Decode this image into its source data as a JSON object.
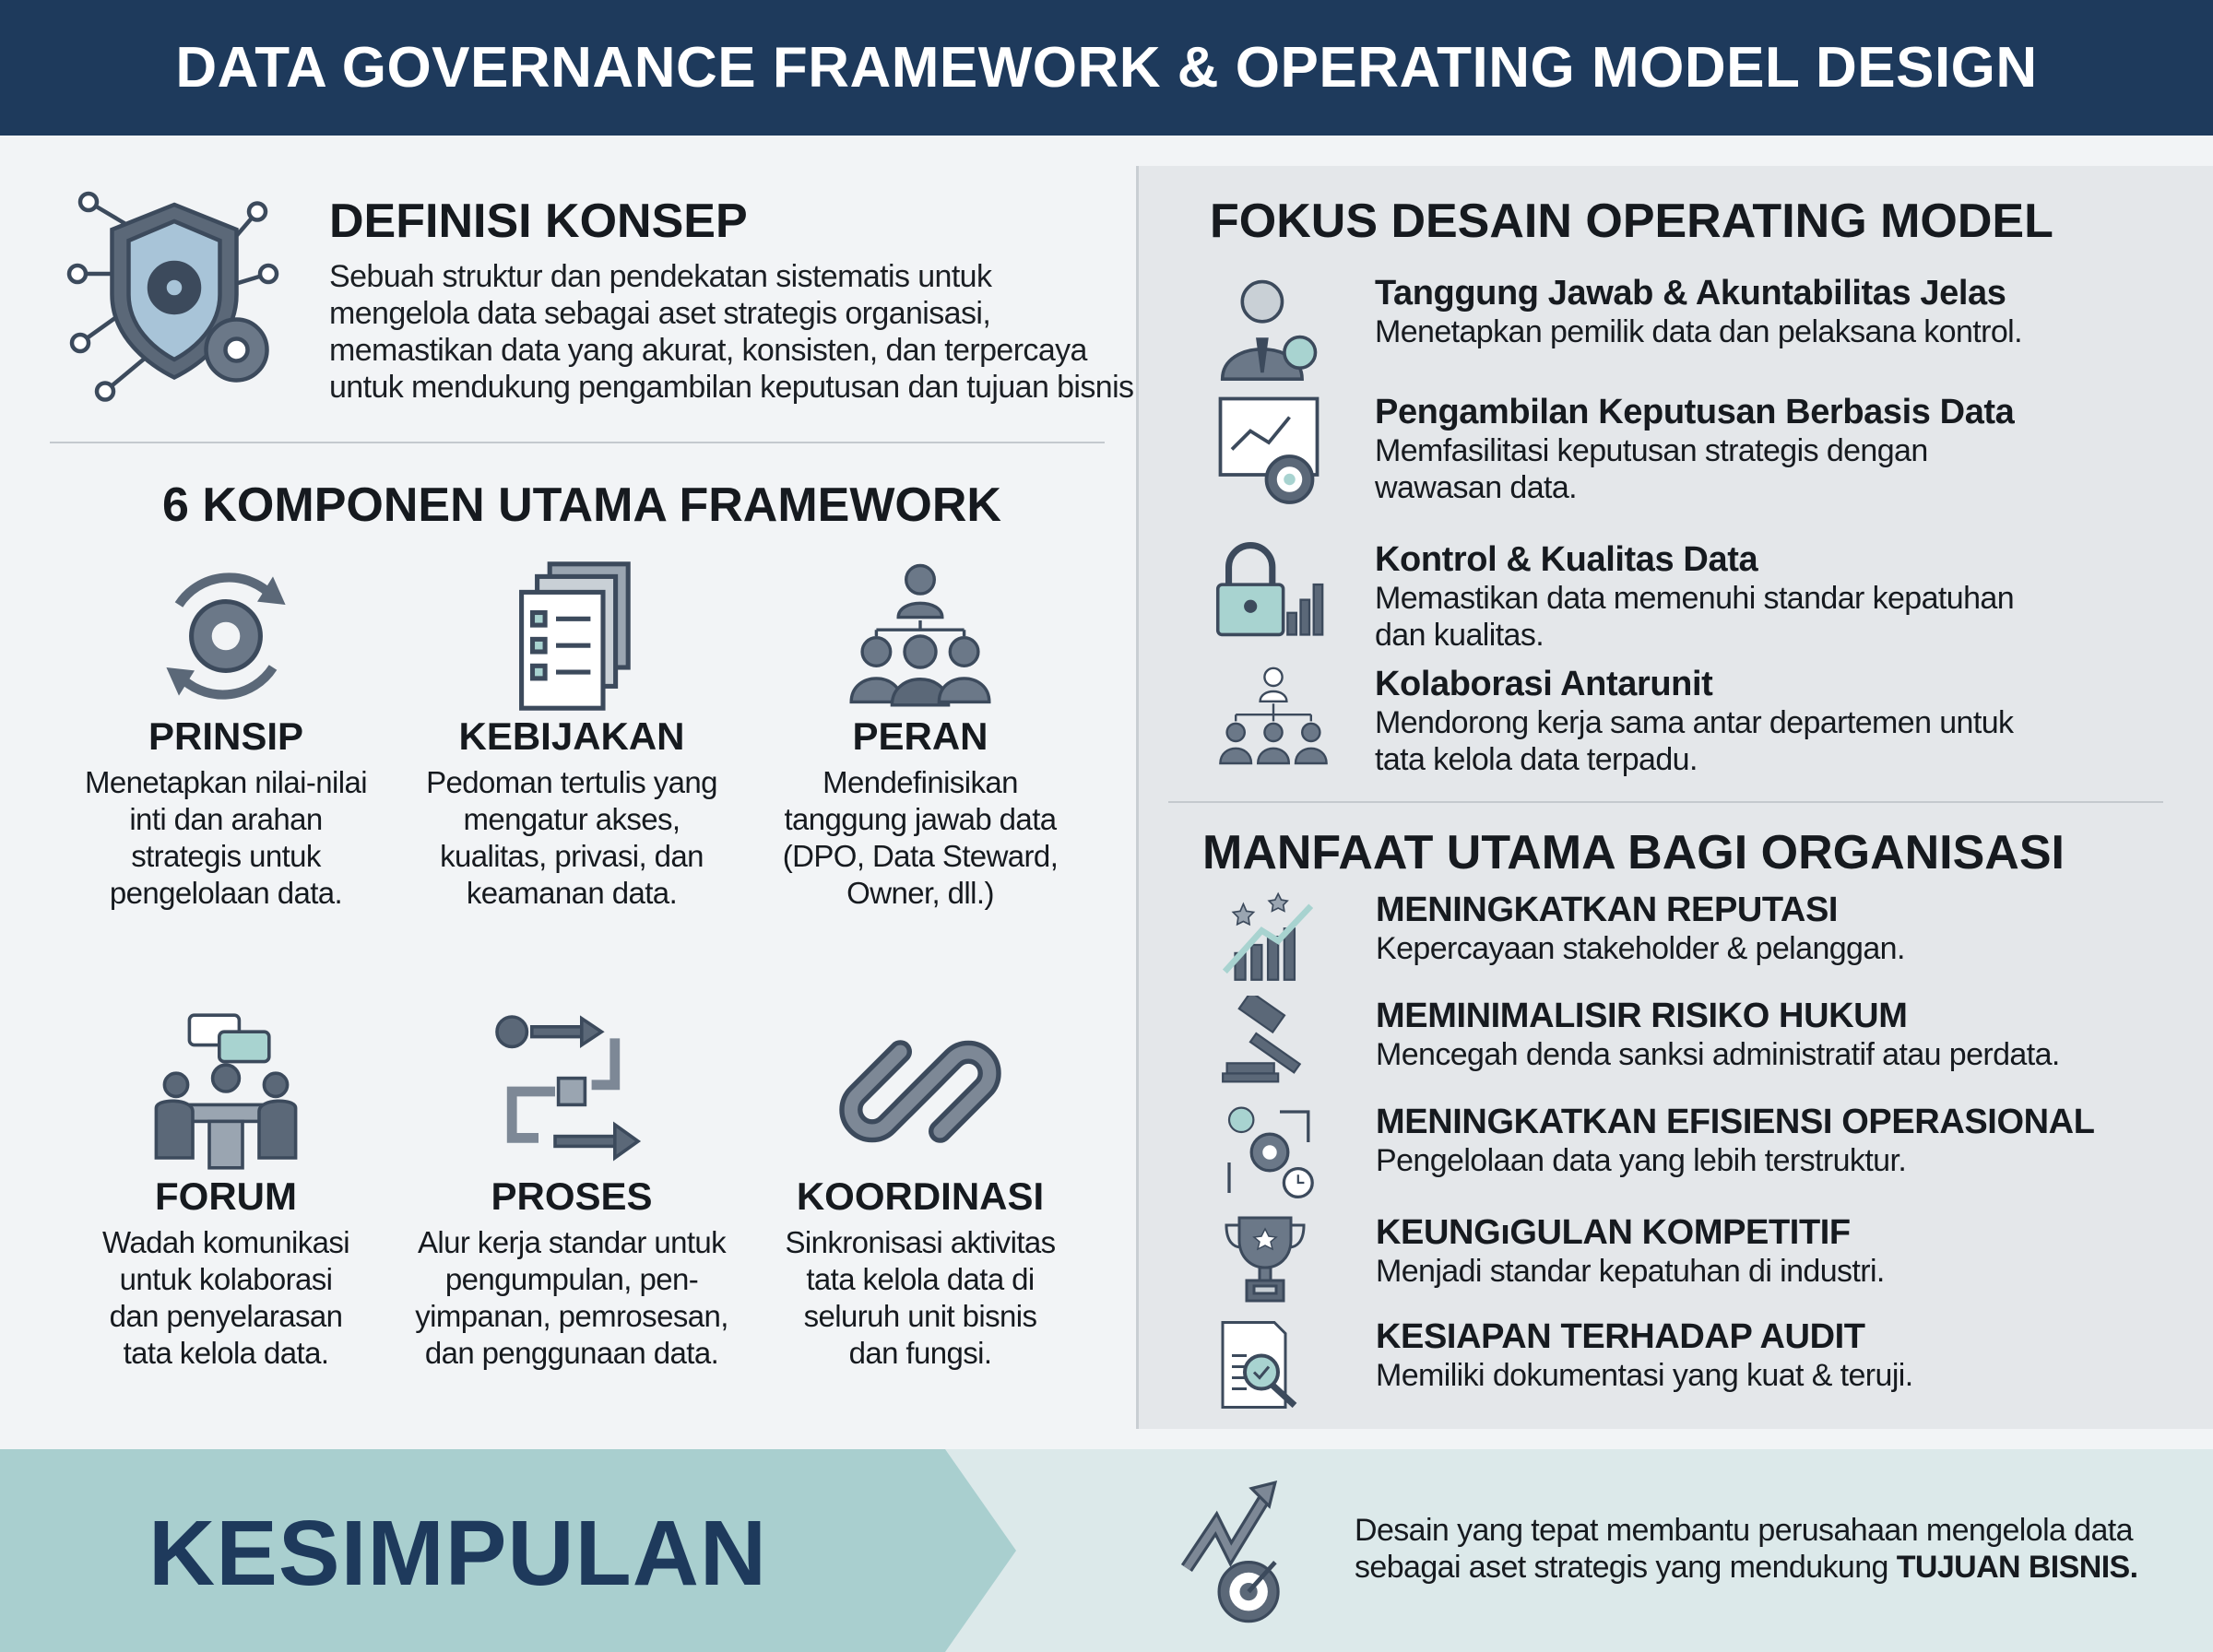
{
  "header": {
    "title": "DATA GOVERNANCE FRAMEWORK & OPERATING MODEL DESIGN"
  },
  "definisi": {
    "title": "DEFINISI KONSEP",
    "lines": [
      "Sebuah struktur dan pendekatan sistematis untuk",
      "mengelola data sebagai aset strategis organisasi,",
      "memastikan data yang akurat, konsisten, dan terpercaya",
      "untuk mendukung pengambilan keputusan dan tujuan bisnis."
    ],
    "icon": "shield-gear-network-icon"
  },
  "komponen": {
    "title": "6 KOMPONEN UTAMA FRAMEWORK",
    "items": [
      {
        "label": "PRINSIP",
        "lines": [
          "Menetapkan nilai-nilai",
          "inti dan arahan",
          "strategis untuk",
          "pengelolaan data."
        ],
        "icon": "gear-cycle-icon"
      },
      {
        "label": "KEBIJAKAN",
        "lines": [
          "Pedoman tertulis yang",
          "mengatur akses,",
          "kualitas, privasi, dan",
          "keamanan data."
        ],
        "icon": "policy-document-icon"
      },
      {
        "label": "PERAN",
        "lines": [
          "Mendefinisikan",
          "tanggung jawab data",
          "(DPO, Data Steward,",
          "Owner, dll.)"
        ],
        "icon": "org-people-icon"
      },
      {
        "label": "FORUM",
        "lines": [
          "Wadah komunikasi",
          "untuk kolaborasi",
          "dan penyelarasan",
          "tata kelola data."
        ],
        "icon": "meeting-icon"
      },
      {
        "label": "PROSES",
        "lines": [
          "Alur kerja standar untuk",
          "pengumpulan, pen-",
          "yimpanan, pemrosesan,",
          "dan penggunaan data."
        ],
        "icon": "process-flow-icon"
      },
      {
        "label": "KOORDINASI",
        "lines": [
          "Sinkronisasi aktivitas",
          "tata kelola data di",
          "seluruh unit bisnis",
          "dan fungsi."
        ],
        "icon": "chain-link-icon"
      }
    ]
  },
  "fokus": {
    "title": "FOKUS DESAIN OPERATING MODEL",
    "items": [
      {
        "title": "Tanggung Jawab & Akuntabilitas Jelas",
        "lines": [
          "Menetapkan pemilik data dan pelaksana kontrol."
        ],
        "icon": "person-badge-icon"
      },
      {
        "title": "Pengambilan Keputusan Berbasis Data",
        "lines": [
          "Memfasilitasi keputusan strategis dengan",
          "wawasan data."
        ],
        "icon": "chart-target-icon"
      },
      {
        "title": "Kontrol & Kualitas Data",
        "lines": [
          "Memastikan data memenuhi standar kepatuhan",
          "dan kualitas."
        ],
        "icon": "lock-bars-icon"
      },
      {
        "title": "Kolaborasi Antarunit",
        "lines": [
          "Mendorong kerja sama antar departemen untuk",
          "tata kelola data terpadu."
        ],
        "icon": "team-hierarchy-icon"
      }
    ]
  },
  "manfaat": {
    "title": "MANFAAT UTAMA BAGI ORGANISASI",
    "items": [
      {
        "title": "MENINGKATKAN REPUTASI",
        "desc": "Kepercayaan stakeholder & pelanggan.",
        "icon": "stars-growth-icon"
      },
      {
        "title": "MEMINIMALISIR RISIKO HUKUM",
        "desc": "Mencegah denda sanksi administratif atau perdata.",
        "icon": "gavel-icon"
      },
      {
        "title": "MENINGKATKAN EFISIENSI OPERASIONAL",
        "desc": "Pengelolaan data yang lebih terstruktur.",
        "icon": "gear-clock-icon"
      },
      {
        "title": "KEUNGıGULAN KOMPETITIF",
        "desc": "Menjadi standar kepatuhan di industri.",
        "icon": "trophy-icon"
      },
      {
        "title": "KESIAPAN TERHADAP AUDIT",
        "desc": "Memiliki dokumentasi yang kuat & teruji.",
        "icon": "audit-magnifier-icon"
      }
    ]
  },
  "kesimpulan": {
    "title": "KESIMPULAN",
    "text": "Desain yang tepat membantu perusahaan mengelola data sebagai aset strategis yang mendukung ",
    "emphasis": "TUJUAN BISNIS",
    "end": ".",
    "icon": "growth-target-icon"
  },
  "colors": {
    "header": "#1e3a5c",
    "icon_slate": "#5b6878",
    "icon_teal": "#a8d3d0",
    "panel": "#e4e7ea",
    "bottom_band": "#dce9ea",
    "arrow_band": "#a9cfcf"
  }
}
